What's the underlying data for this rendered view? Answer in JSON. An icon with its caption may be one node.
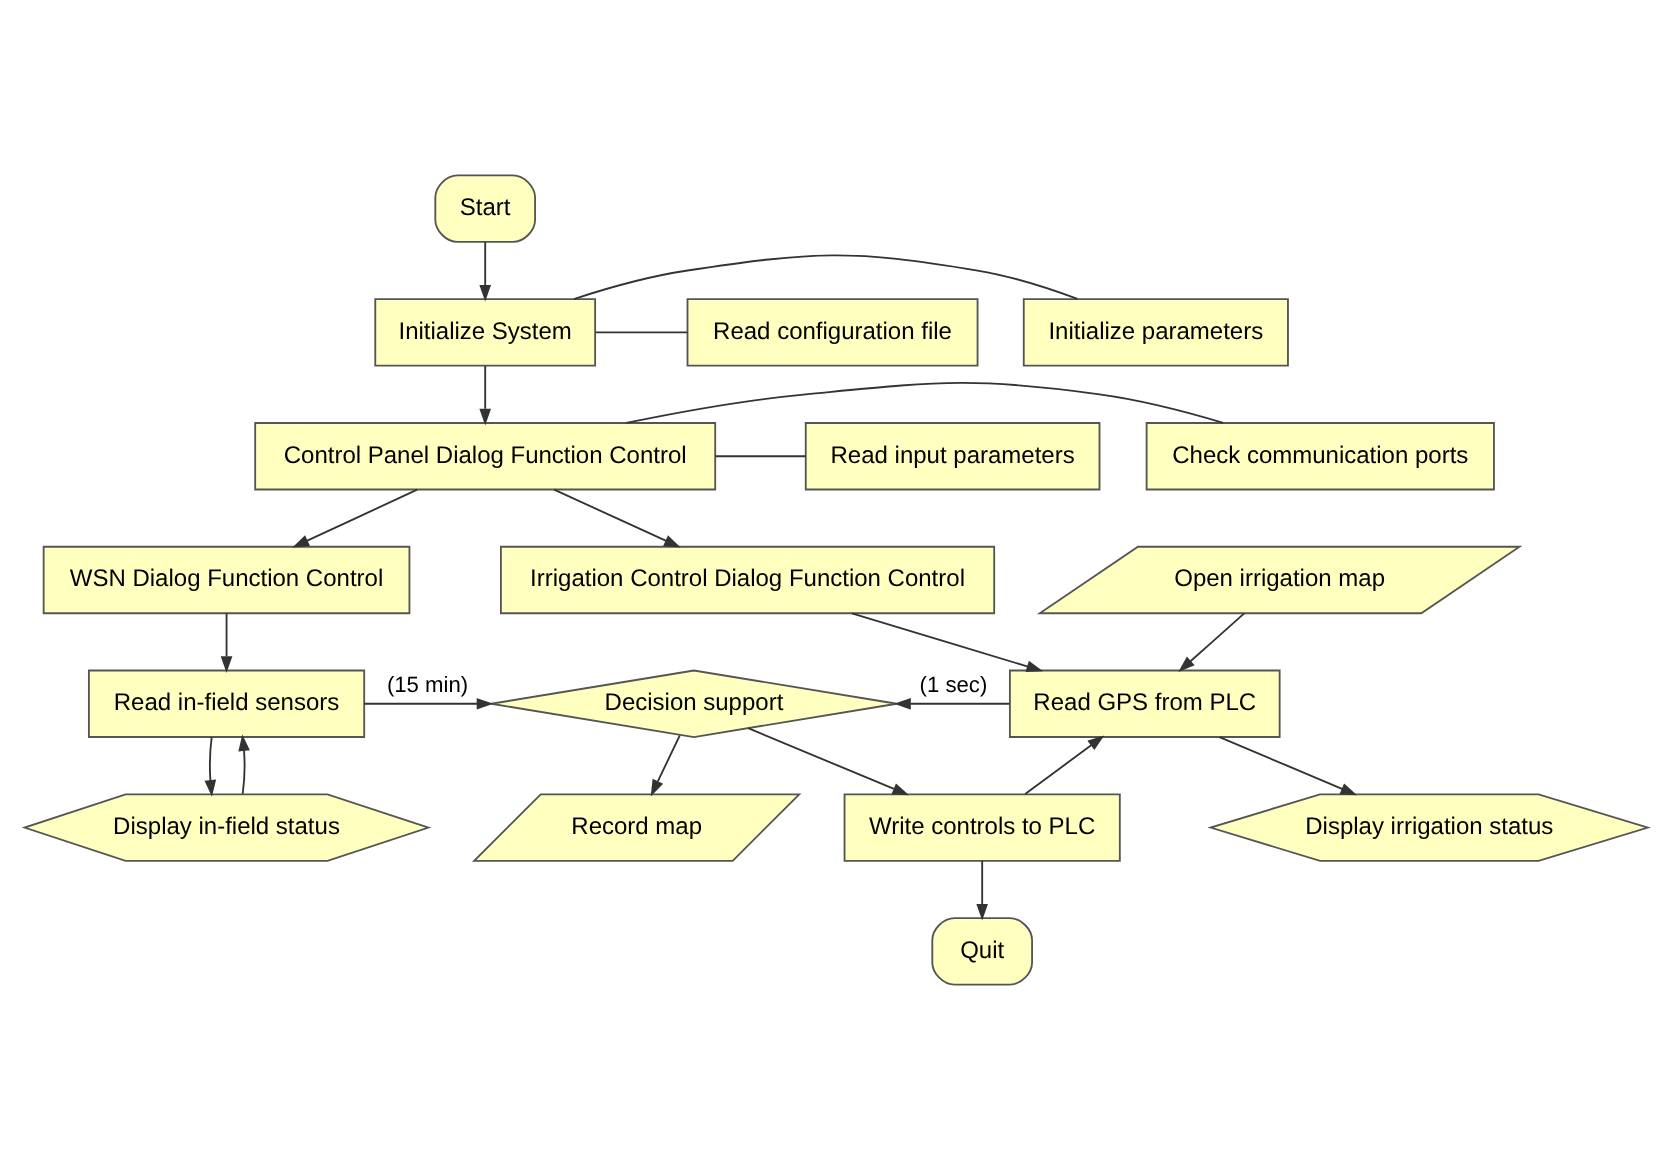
{
  "diagram": {
    "nodes": [
      {
        "text": [
          "Start"
        ]
      },
      {
        "text": [
          "Initialize System"
        ]
      },
      {
        "text": [
          "Read configuration file"
        ]
      },
      {
        "text": [
          "Initialize parameters"
        ]
      },
      {
        "text": [
          "Control Panel Dialog Function Control"
        ]
      },
      {
        "text": [
          "Read input parameters"
        ]
      },
      {
        "text": [
          "Check communication ports"
        ]
      },
      {
        "text": [
          "WSN Dialog Function Control"
        ]
      },
      {
        "text": [
          "Irrigation Control Dialog Function Control"
        ]
      },
      {
        "text": [
          "Open irrigation map"
        ]
      },
      {
        "text": [
          "Read in-field sensors"
        ]
      },
      {
        "text": [
          "Decision support"
        ]
      },
      {
        "text": [
          "Read GPS from PLC"
        ]
      },
      {
        "text": [
          "Record map"
        ]
      },
      {
        "text": [
          "Display in-field status"
        ]
      },
      {
        "text": [
          "Write controls to PLC"
        ]
      },
      {
        "text": [
          "Display irrigation status"
        ]
      },
      {
        "text": [
          "Quit"
        ]
      }
    ],
    "edges": [
      {
        "from": 0,
        "to": 1,
        "arrow": "to"
      },
      {
        "from": 1,
        "to": 2,
        "arrow": "none"
      },
      {
        "from": 1,
        "to": 3,
        "arrow": "none"
      },
      {
        "from": 1,
        "to": 4,
        "arrow": "to"
      },
      {
        "from": 4,
        "to": 5,
        "arrow": "none"
      },
      {
        "from": 4,
        "to": 6,
        "arrow": "none"
      },
      {
        "from": 4,
        "to": 7,
        "arrow": "to"
      },
      {
        "from": 4,
        "to": 8,
        "arrow": "to"
      },
      {
        "from": 7,
        "to": 10,
        "arrow": "to"
      },
      {
        "from": 8,
        "to": 12,
        "arrow": "to"
      },
      {
        "from": 9,
        "to": 12,
        "arrow": "to"
      },
      {
        "from": 10,
        "to": 11,
        "arrow": "to",
        "label": "(15 min)"
      },
      {
        "from": 12,
        "to": 11,
        "arrow": "to",
        "label": "(1 sec)"
      },
      {
        "from": 10,
        "to": 14,
        "arrow": "to"
      },
      {
        "from": 14,
        "to": 10,
        "arrow": "to"
      },
      {
        "from": 11,
        "to": 13,
        "arrow": "to"
      },
      {
        "from": 11,
        "to": 15,
        "arrow": "to"
      },
      {
        "from": 12,
        "to": 16,
        "arrow": "to"
      },
      {
        "from": 15,
        "to": 17,
        "arrow": "to"
      },
      {
        "from": 15,
        "to": 12,
        "arrow": "to"
      }
    ]
  }
}
